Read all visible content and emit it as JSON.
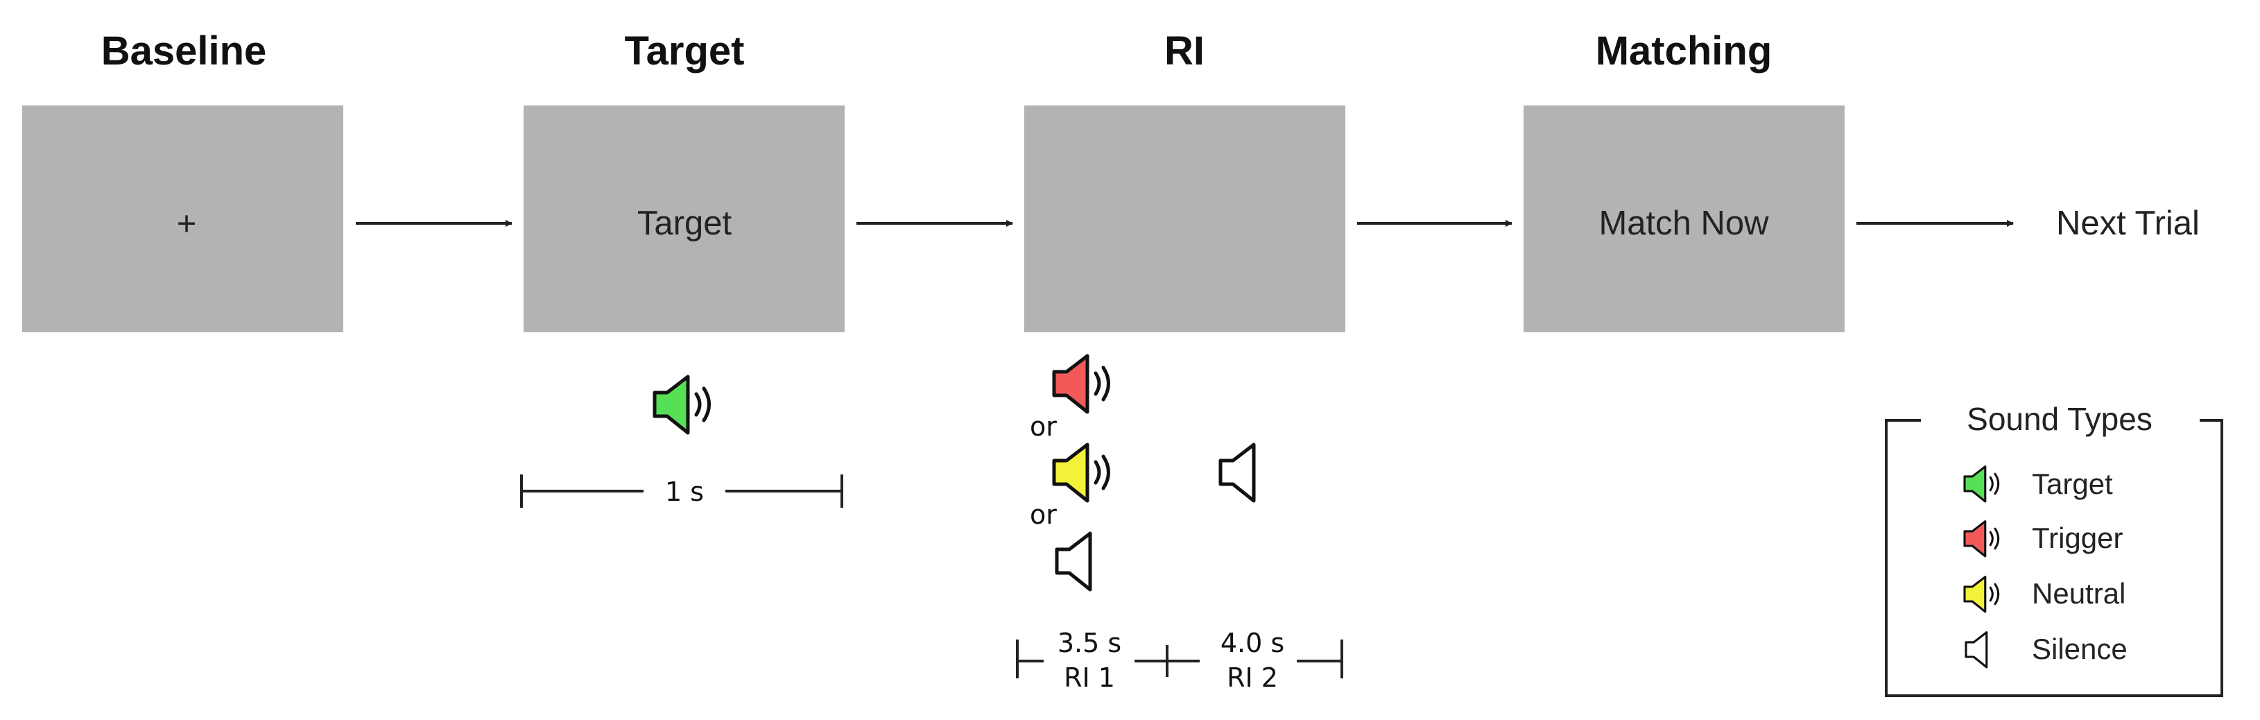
{
  "stages": [
    {
      "heading": "Baseline",
      "screen_text": "+"
    },
    {
      "heading": "Target",
      "screen_text": "Target"
    },
    {
      "heading": "RI",
      "screen_text": ""
    },
    {
      "heading": "Matching",
      "screen_text": "Match Now"
    }
  ],
  "next_trial": "Next Trial",
  "target_duration": "1 s",
  "or_label": "or",
  "ri_timing": {
    "ri1_duration": "3.5 s",
    "ri1_label": "RI 1",
    "ri2_duration": "4.0 s",
    "ri2_label": "RI 2"
  },
  "legend": {
    "title": "Sound Types",
    "items": [
      {
        "label": "Target",
        "color": "#55e055"
      },
      {
        "label": "Trigger",
        "color": "#f25a5a"
      },
      {
        "label": "Neutral",
        "color": "#f2f23a"
      },
      {
        "label": "Silence",
        "color": "#ffffff"
      }
    ]
  },
  "colors": {
    "screen": "#b3b3b3",
    "target_sound": "#55e055",
    "trigger_sound": "#f25a5a",
    "neutral_sound": "#f2f23a",
    "silence": "#ffffff"
  }
}
